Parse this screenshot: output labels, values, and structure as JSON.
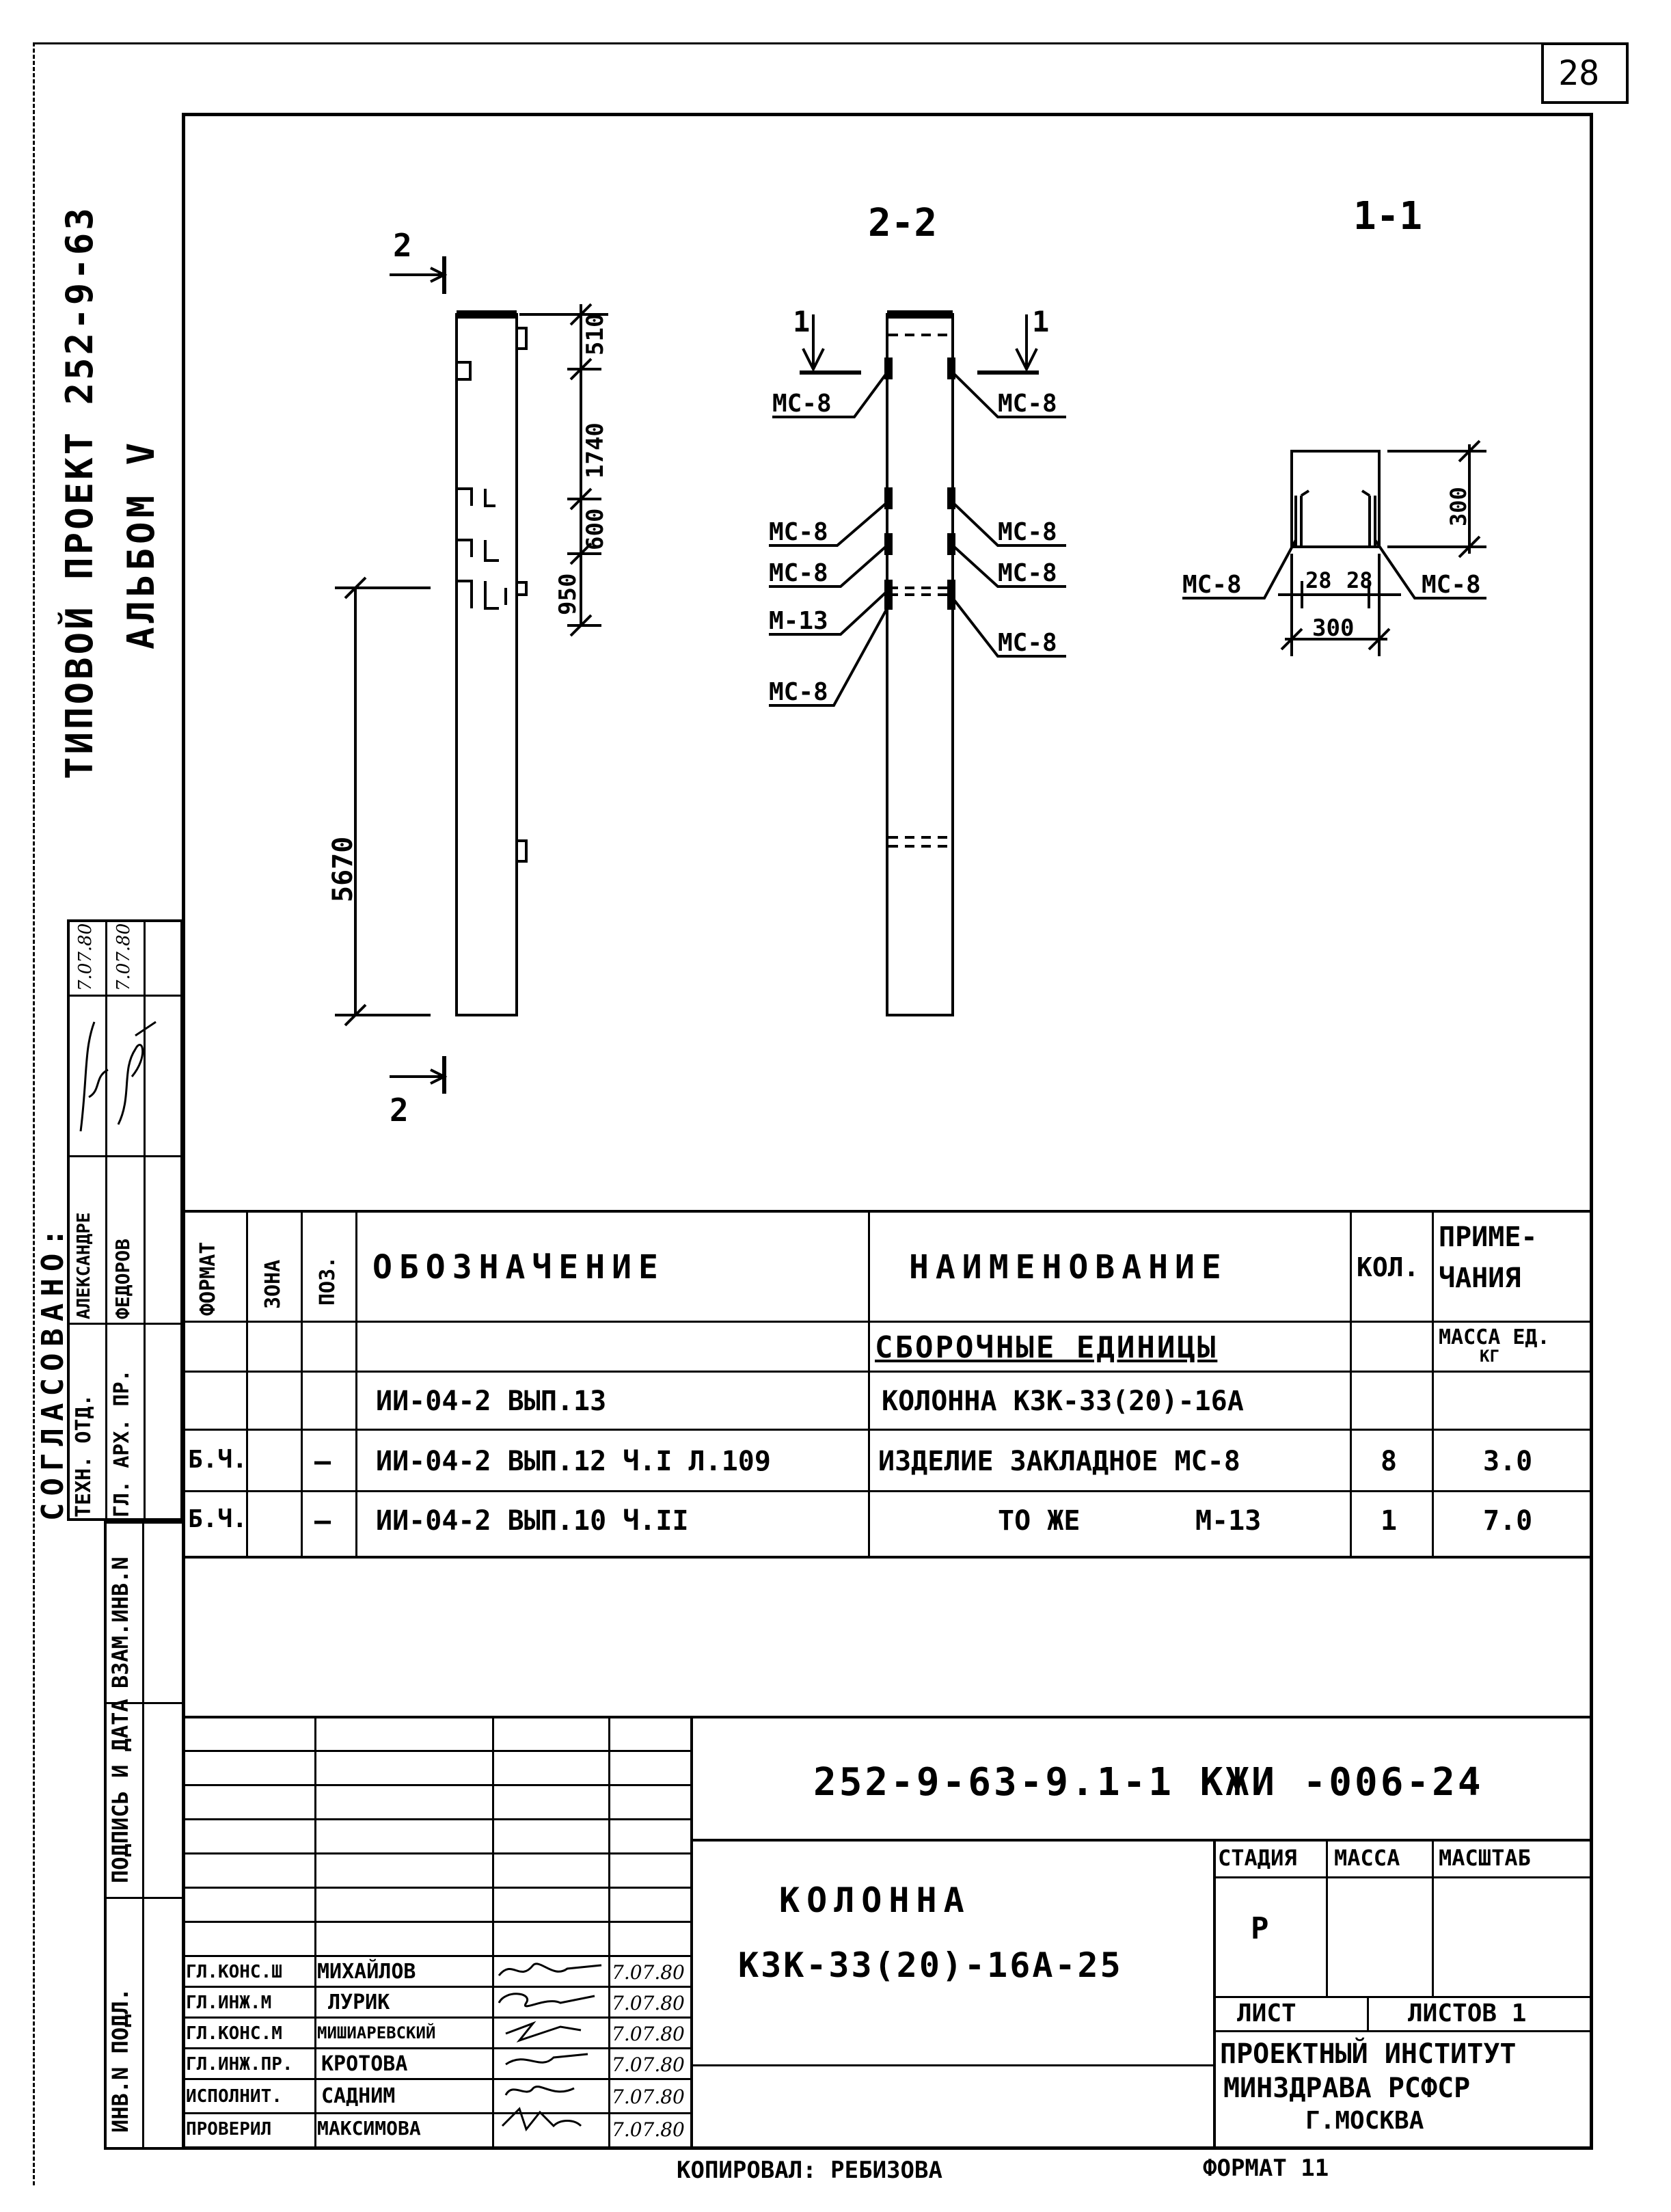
{
  "sheet_number": "28",
  "side": {
    "project_line": "ТИПОВОЙ ПРОЕКТ 252-9-63",
    "album_line": "АЛЬБОМ V",
    "agreed_title": "СОГЛАСОВАНО:",
    "agreed_rows": [
      {
        "role": "ТЕХН. ОТД.",
        "name": "АЛЕКСАНДРЕ",
        "date": "7.07.80"
      },
      {
        "role": "ГЛ. АРХ. ПР.",
        "name": "ФЕДОРОВ",
        "date": "7.07.80"
      }
    ],
    "label_vzam": "ВЗАМ.ИНВ.N",
    "label_podpis": "ПОДПИСЬ И ДАТА",
    "label_inv": "ИНВ.N ПОДЛ."
  },
  "drawing": {
    "view_elevation": {
      "section_mark_top": "2",
      "section_mark_bottom": "2",
      "dim_overall": "5670",
      "dims_right": [
        "510",
        "1740",
        "600",
        "950"
      ]
    },
    "view_2_2": {
      "title": "2-2",
      "section_arrow": "1",
      "labels_left": [
        "МС-8",
        "МС-8",
        "МС-8",
        "М-13",
        "МС-8"
      ],
      "labels_right": [
        "МС-8",
        "МС-8",
        "МС-8",
        "МС-8"
      ]
    },
    "view_1_1": {
      "title": "1-1",
      "label_left": "МС-8",
      "label_right": "МС-8",
      "dim_height": "300",
      "dim_width": "300",
      "dim_a": "28",
      "dim_b": "28"
    }
  },
  "spec": {
    "headers": {
      "format": "ФОРМАТ",
      "zone": "ЗОНА",
      "pos": "ПОЗ.",
      "designation": "ОБОЗНАЧЕНИЕ",
      "name": "НАИМЕНОВАНИЕ",
      "qty": "КОЛ.",
      "notes_1": "ПРИМЕ-",
      "notes_2": "ЧАНИЯ"
    },
    "section_title": "СБОРОЧНЫЕ ЕДИНИЦЫ",
    "mass_header_1": "МАССА ЕД.",
    "mass_header_2": "КГ",
    "rows": [
      {
        "format": "",
        "pos": "",
        "designation": "ИИ-04-2 ВЫП.13",
        "name": "КОЛОННА К3К-33(20)-16А",
        "qty": "",
        "note": ""
      },
      {
        "format": "Б.Ч.",
        "pos": "—",
        "designation": "ИИ-04-2 ВЫП.12 Ч.I Л.109",
        "name": "ИЗДЕЛИЕ ЗАКЛАДНОЕ МС-8",
        "qty": "8",
        "note": "3.0"
      },
      {
        "format": "Б.Ч.",
        "pos": "—",
        "designation": "ИИ-04-2 ВЫП.10 Ч.II",
        "name": "ТО ЖЕ       М-13",
        "qty": "1",
        "note": "7.0"
      }
    ]
  },
  "title_block": {
    "doc_code": "252-9-63-9.1-1 КЖИ -006-24",
    "title_1": "КОЛОННА",
    "title_2": "К3К-33(20)-16А-25",
    "stage_header": "СТАДИЯ",
    "mass_header": "МАССА",
    "scale_header": "МАСШТАБ",
    "stage_value": "Р",
    "sheet_label": "ЛИСТ",
    "sheets_label": "ЛИСТОВ 1",
    "org_1": "ПРОЕКТНЫЙ ИНСТИТУТ",
    "org_2": "МИНЗДРАВА РСФСР",
    "org_3": "Г.МОСКВА",
    "staff": [
      {
        "role": "ГЛ.КОНС.Ш",
        "name": "МИХАЙЛОВ",
        "date": "7.07.80"
      },
      {
        "role": "ГЛ.ИНЖ.М",
        "name": "ЛУРИК",
        "date": "7.07.80"
      },
      {
        "role": "ГЛ.КОНС.М",
        "name": "МИШИАРЕВСКИЙ",
        "date": "7.07.80"
      },
      {
        "role": "ГЛ.ИНЖ.ПР.",
        "name": "КРОТОВА",
        "date": "7.07.80"
      },
      {
        "role": "ИСПОЛНИТ.",
        "name": "САДНИМ",
        "date": "7.07.80"
      },
      {
        "role": "ПРОВЕРИЛ",
        "name": "МАКСИМОВА",
        "date": "7.07.80"
      }
    ]
  },
  "footer": {
    "copied_by": "КОПИРОВАЛ: РЕБИЗОВА",
    "format": "ФОРМАТ 11"
  }
}
